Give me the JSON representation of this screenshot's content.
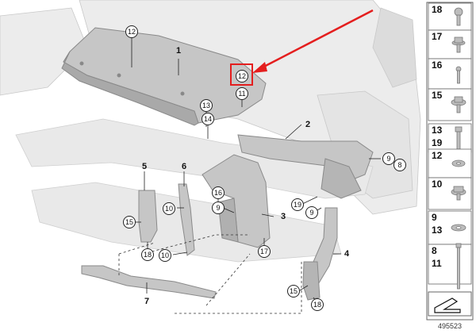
{
  "colors": {
    "highlight": "#e41e1e",
    "part_fill": "#c6c6c6",
    "part_stroke": "#8a8a8a",
    "background_body": "#ececec",
    "line": "#222222"
  },
  "callouts": {
    "c12a": "12",
    "c12b": "12",
    "c11": "11",
    "c13": "13",
    "c14": "14",
    "c9a": "9",
    "c8a": "8",
    "c10a": "10",
    "c15a": "15",
    "c18a": "18",
    "c10b": "10",
    "c16": "16",
    "c9b": "9",
    "c17": "17",
    "c19": "19",
    "c9c": "9",
    "c15b": "15",
    "c18b": "18"
  },
  "parts": {
    "p1": "1",
    "p2": "2",
    "p3": "3",
    "p4": "4",
    "p5": "5",
    "p6": "6",
    "p7": "7"
  },
  "legend": {
    "items": [
      {
        "label": "18",
        "icon": "bolt-icon"
      },
      {
        "label": "17",
        "icon": "flange-nut-icon"
      },
      {
        "label": "16",
        "icon": "screw-icon"
      },
      {
        "label": "15",
        "icon": "flange-bolt-icon"
      },
      {
        "label": "13",
        "label2": "19",
        "icon": "long-bolt-icon"
      },
      {
        "label": "12",
        "icon": "washer-icon"
      },
      {
        "label": "10",
        "icon": "hex-bolt-icon"
      },
      {
        "label": "9",
        "label2": "13",
        "icon": "flat-washer-icon"
      },
      {
        "label": "8",
        "label2": "11",
        "icon": "long-screw-icon"
      }
    ],
    "nav_icon": "arrow-icon"
  },
  "diagram_id": "495523"
}
